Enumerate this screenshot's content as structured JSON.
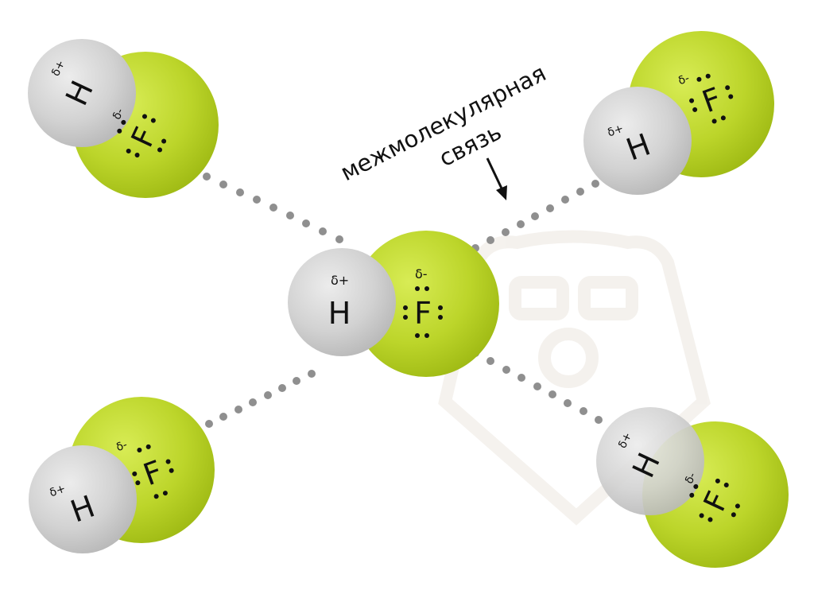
{
  "annotation": {
    "line1": "межмолекулярная",
    "line2": "связь"
  },
  "labels": {
    "hydrogen": "H",
    "fluorine": "F",
    "delta_plus": "δ+",
    "delta_minus": "δ-"
  },
  "colors": {
    "hydrogen": "#d2d2d2",
    "fluorine": "#b5cf1c",
    "bond_dots": "#8f8f8f",
    "text": "#111111"
  }
}
